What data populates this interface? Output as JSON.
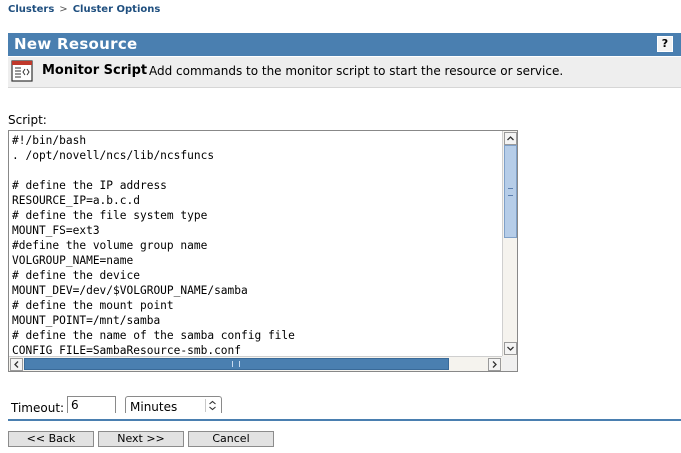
{
  "breadcrumb": {
    "items": [
      "Clusters",
      "Cluster Options"
    ],
    "separator": ">"
  },
  "header": {
    "title": "New Resource",
    "help_label": "?"
  },
  "info": {
    "heading": "Monitor Script",
    "description": "Add commands to the monitor script to start the resource or service.",
    "icon": "script-document-icon"
  },
  "script": {
    "label": "Script:",
    "lines": [
      "#!/bin/bash",
      ". /opt/novell/ncs/lib/ncsfuncs",
      "",
      "# define the IP address",
      "RESOURCE_IP=a.b.c.d",
      "# define the file system type",
      "MOUNT_FS=ext3",
      "#define the volume group name",
      "VOLGROUP_NAME=name",
      "# define the device",
      "MOUNT_DEV=/dev/$VOLGROUP_NAME/samba",
      "# define the mount point",
      "MOUNT_POINT=/mnt/samba",
      "# define the name of the samba config file",
      "CONFIG_FILE=SambaResource-smb.conf"
    ]
  },
  "timeout": {
    "label": "Timeout:",
    "value": "6",
    "unit": "Minutes"
  },
  "buttons": {
    "back": "<< Back",
    "next": "Next >>",
    "cancel": "Cancel"
  },
  "colors": {
    "title_bar": "#4a7fb0",
    "info_bar": "#eeeeee",
    "link": "#1f4f7f"
  }
}
